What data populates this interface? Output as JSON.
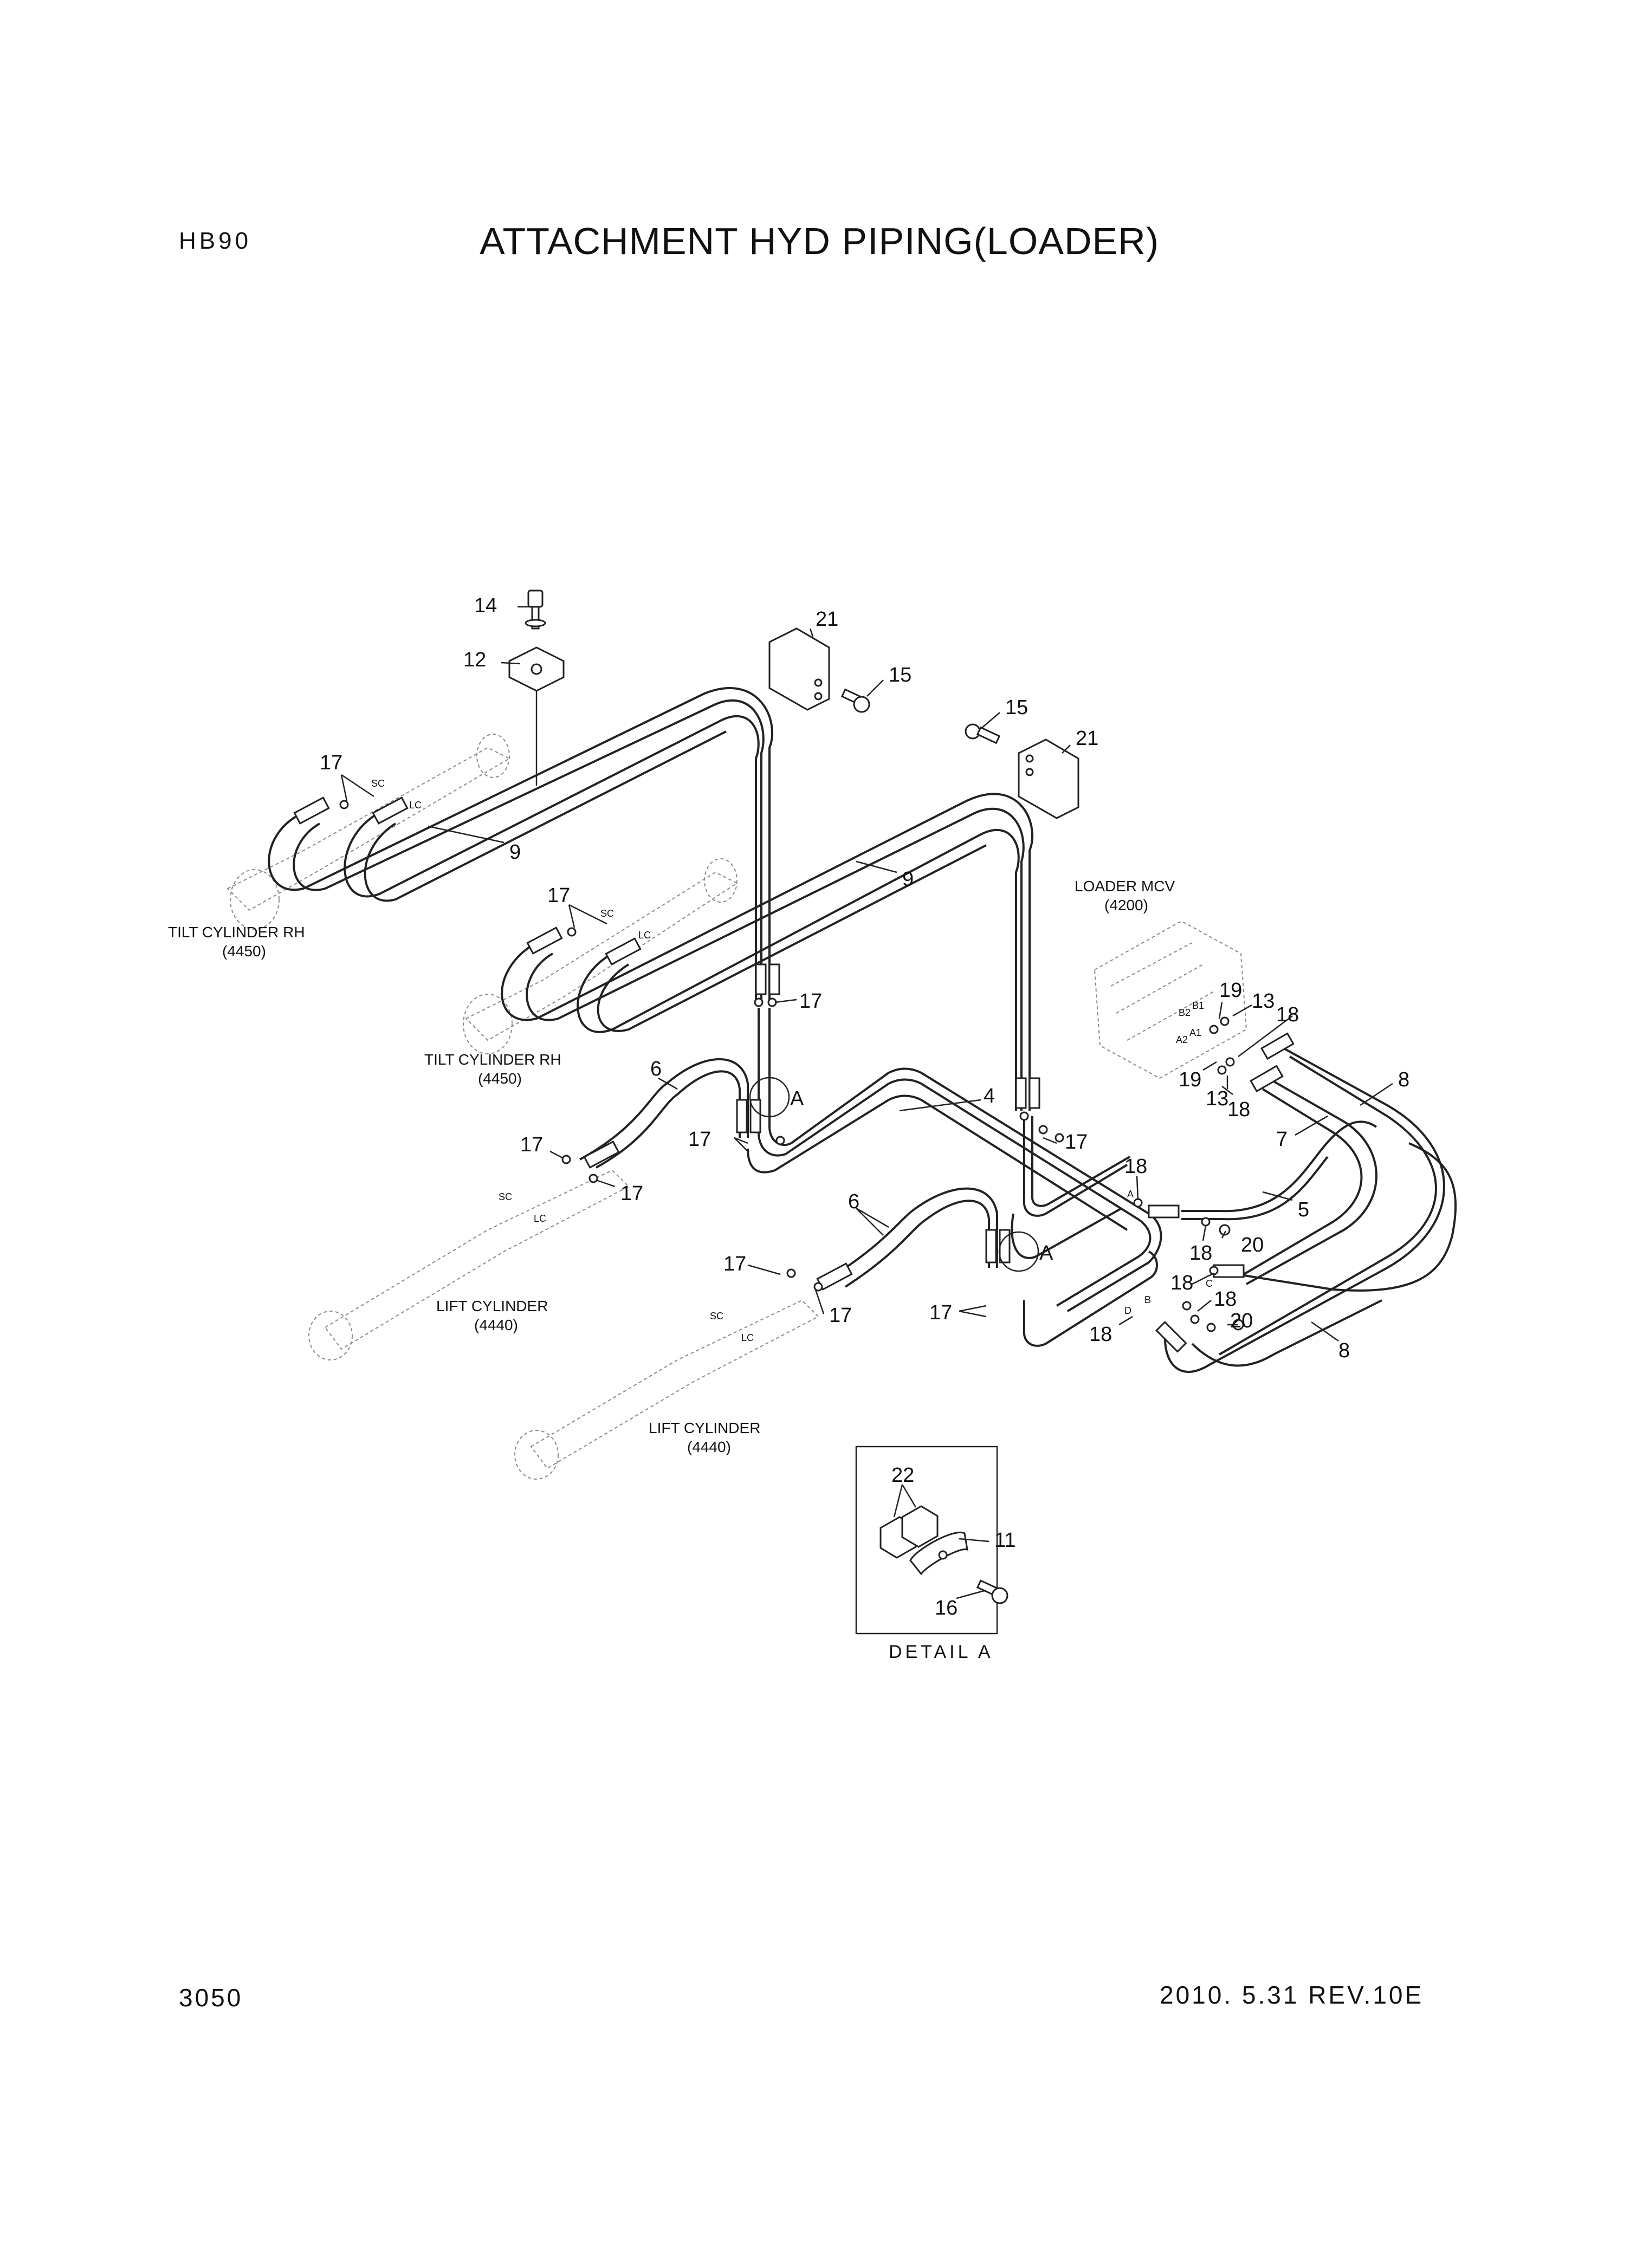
{
  "header": {
    "model": "HB90",
    "title": "ATTACHMENT HYD PIPING(LOADER)"
  },
  "footer": {
    "page_number": "3050",
    "revision": "2010. 5.31  REV.10E"
  },
  "components": {
    "tilt_cyl_1": {
      "name": "TILT CYLINDER RH",
      "code": "(4450)"
    },
    "tilt_cyl_2": {
      "name": "TILT CYLINDER RH",
      "code": "(4450)"
    },
    "lift_cyl_1": {
      "name": "LIFT CYLINDER",
      "code": "(4440)"
    },
    "lift_cyl_2": {
      "name": "LIFT CYLINDER",
      "code": "(4440)"
    },
    "mcv": {
      "name": "LOADER MCV",
      "code": "(4200)"
    }
  },
  "detail": {
    "caption": "DETAIL A"
  },
  "markers": {
    "detail_ref": "A"
  },
  "port_labels": {
    "sc": "SC",
    "lc": "LC",
    "a": "A",
    "b": "B",
    "c": "C",
    "d": "D",
    "a1": "A1",
    "a2": "A2",
    "b1": "B1",
    "b2": "B2"
  },
  "callouts": {
    "c14": "14",
    "c12": "12",
    "c21a": "21",
    "c15a": "15",
    "c15b": "15",
    "c21b": "21",
    "c17a": "17",
    "c9a": "9",
    "c9b": "9",
    "c17b": "17",
    "c17c": "17",
    "c6a": "6",
    "c4": "4",
    "c17d": "17",
    "c17e": "17",
    "c17f": "17",
    "c17g": "17",
    "c19a": "19",
    "c13a": "13",
    "c18a": "18",
    "c19b": "19",
    "c13b": "13",
    "c18b": "18",
    "c8a": "8",
    "c7": "7",
    "c18c": "18",
    "c5": "5",
    "c18d": "18",
    "c20a": "20",
    "c6b": "6",
    "c17h": "17",
    "c17i": "17",
    "c17j": "17",
    "c18e": "18",
    "c18f": "18",
    "c20b": "20",
    "c18g": "18",
    "c8b": "8",
    "c22": "22",
    "c11": "11",
    "c16": "16"
  }
}
